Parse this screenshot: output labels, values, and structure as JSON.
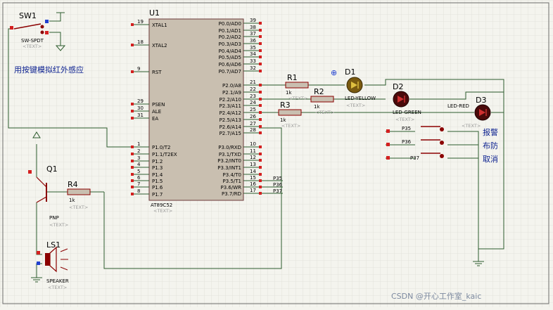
{
  "schematic": {
    "mcu": {
      "ref": "U1",
      "part": "AT89C52",
      "placeholder": "<TEXT>",
      "pins_left": [
        {
          "num": "19",
          "name": "XTAL1"
        },
        {
          "num": "18",
          "name": "XTAL2"
        },
        {
          "num": "9",
          "name": "RST"
        },
        {
          "num": "29",
          "name": "PSEN"
        },
        {
          "num": "30",
          "name": "ALE"
        },
        {
          "num": "31",
          "name": "EA"
        },
        {
          "num": "1",
          "name": "P1.0/T2"
        },
        {
          "num": "2",
          "name": "P1.1/T2EX"
        },
        {
          "num": "3",
          "name": "P1.2"
        },
        {
          "num": "4",
          "name": "P1.3"
        },
        {
          "num": "5",
          "name": "P1.4"
        },
        {
          "num": "6",
          "name": "P1.5"
        },
        {
          "num": "7",
          "name": "P1.6"
        },
        {
          "num": "8",
          "name": "P1.7"
        }
      ],
      "pins_right": [
        {
          "num": "39",
          "name": "P0.0/AD0"
        },
        {
          "num": "38",
          "name": "P0.1/AD1"
        },
        {
          "num": "37",
          "name": "P0.2/AD2"
        },
        {
          "num": "36",
          "name": "P0.3/AD3"
        },
        {
          "num": "35",
          "name": "P0.4/AD4"
        },
        {
          "num": "34",
          "name": "P0.5/AD5"
        },
        {
          "num": "33",
          "name": "P0.6/AD6"
        },
        {
          "num": "32",
          "name": "P0.7/AD7"
        },
        {
          "num": "21",
          "name": "P2.0/A8"
        },
        {
          "num": "22",
          "name": "P2.1/A9"
        },
        {
          "num": "23",
          "name": "P2.2/A10"
        },
        {
          "num": "24",
          "name": "P2.3/A11"
        },
        {
          "num": "25",
          "name": "P2.4/A12"
        },
        {
          "num": "26",
          "name": "P2.5/A13"
        },
        {
          "num": "27",
          "name": "P2.6/A14"
        },
        {
          "num": "28",
          "name": "P2.7/A15"
        },
        {
          "num": "10",
          "name": "P3.0/RXD"
        },
        {
          "num": "11",
          "name": "P3.1/TXD"
        },
        {
          "num": "12",
          "name": "P3.2/INT0"
        },
        {
          "num": "13",
          "name": "P3.3/INT1"
        },
        {
          "num": "14",
          "name": "P3.4/T0"
        },
        {
          "num": "15",
          "name": "P3.5/T1"
        },
        {
          "num": "16",
          "name": "P3.6/WR"
        },
        {
          "num": "17",
          "name": "P3.7/RD"
        }
      ]
    },
    "sw1": {
      "ref": "SW1",
      "part": "SW-SPDT",
      "placeholder": "<TEXT>"
    },
    "sensor_note": "用按键模拟红外感应",
    "r1": {
      "ref": "R1",
      "value": "1k",
      "placeholder": "<TEXT>"
    },
    "r2": {
      "ref": "R2",
      "value": "1k",
      "placeholder": "<TEXT>"
    },
    "r3": {
      "ref": "R3",
      "value": "1k",
      "placeholder": "<TEXT>"
    },
    "r4": {
      "ref": "R4",
      "value": "1k",
      "placeholder": "<TEXT>"
    },
    "d1": {
      "ref": "D1",
      "part": "LED-YELLOW",
      "placeholder": "<TEXT>"
    },
    "d2": {
      "ref": "D2",
      "part": "LED-GREEN",
      "placeholder": "<TEXT>"
    },
    "d3": {
      "ref": "D3",
      "part": "LED-RED",
      "placeholder": "<TEXT>"
    },
    "q1": {
      "ref": "Q1",
      "part": "PNP",
      "placeholder": "<TEXT>"
    },
    "ls1": {
      "ref": "LS1",
      "part": "SPEAKER",
      "placeholder": "<TEXT>"
    },
    "net_labels": {
      "p35": "P35",
      "p36": "P36",
      "p37": "P37"
    },
    "button_labels": [
      "报警",
      "布防",
      "取消"
    ],
    "watermark": "CSDN @开心工作室_kaic",
    "colors": {
      "wire": "#2d5b2d",
      "part": "#8b0000",
      "body": "#c9bfb0",
      "pin_red": "#d42020",
      "pin_blue": "#2040d0",
      "text_blue": "#0a1f8f"
    }
  }
}
